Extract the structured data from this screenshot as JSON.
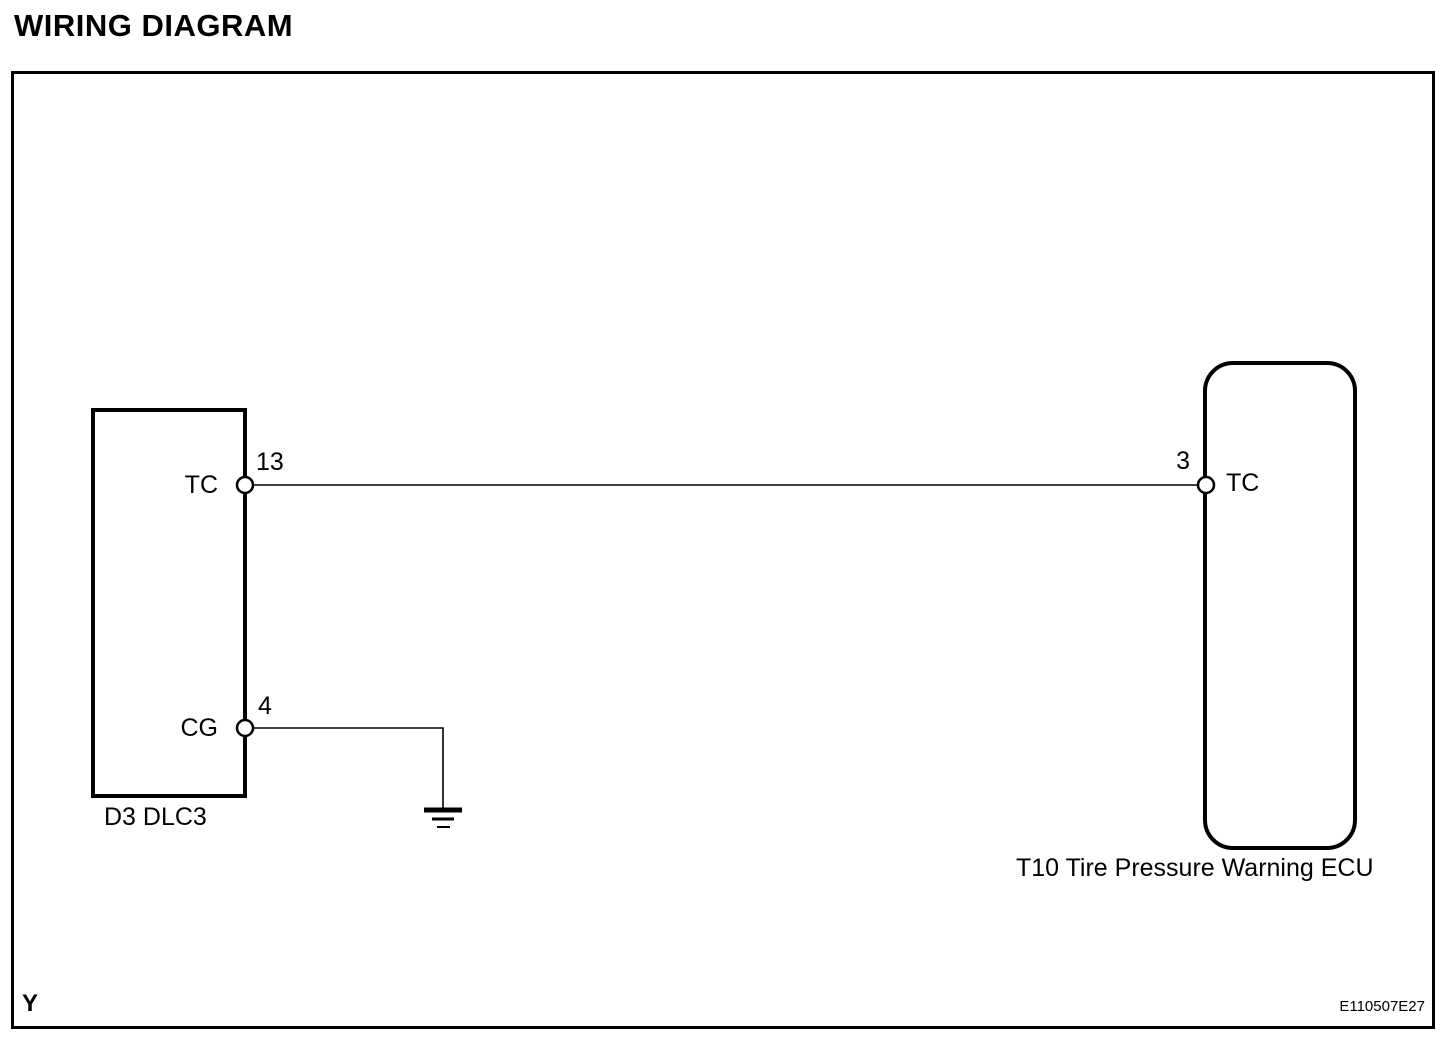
{
  "page_title": "WIRING DIAGRAM",
  "diagram": {
    "left_component": {
      "label": "D3 DLC3",
      "pins": [
        {
          "name": "TC",
          "number": "13"
        },
        {
          "name": "CG",
          "number": "4"
        }
      ]
    },
    "right_component": {
      "label": "T10 Tire Pressure Warning ECU",
      "pins": [
        {
          "name": "TC",
          "number": "3"
        }
      ]
    },
    "wires": [
      {
        "from": "DLC3 pin 13 (TC)",
        "to": "ECU pin 3 (TC)"
      },
      {
        "from": "DLC3 pin 4 (CG)",
        "to": "ground"
      }
    ],
    "footer_left": "Y",
    "figure_code": "E110507E27",
    "colors": {
      "line": "#000000",
      "background": "#ffffff"
    }
  }
}
